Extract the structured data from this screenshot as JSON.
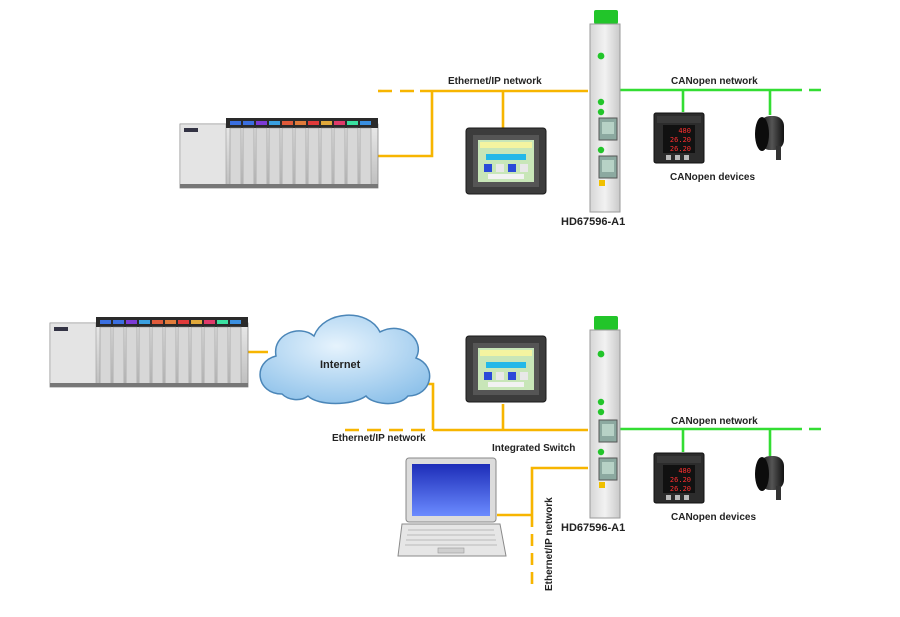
{
  "top": {
    "ethernet_label": "Ethernet/IP network",
    "canopen_label": "CANopen network",
    "devices_label": "CANopen devices",
    "gateway_label": "HD67596-A1"
  },
  "bottom": {
    "internet_label": "Internet",
    "ethernet_label": "Ethernet/IP network",
    "switch_label": "Integrated Switch",
    "ethernet_vertical_label": "Ethernet/IP network",
    "canopen_label": "CANopen network",
    "devices_label": "CANopen devices",
    "gateway_label": "HD67596-A1"
  },
  "meter_readings": [
    "480",
    "26.20",
    "26.20"
  ],
  "colors": {
    "ethernet": "#f7b500",
    "canopen": "#33dd33",
    "gateway_top": "#22c52a",
    "cloud": "#a9d3f2"
  }
}
